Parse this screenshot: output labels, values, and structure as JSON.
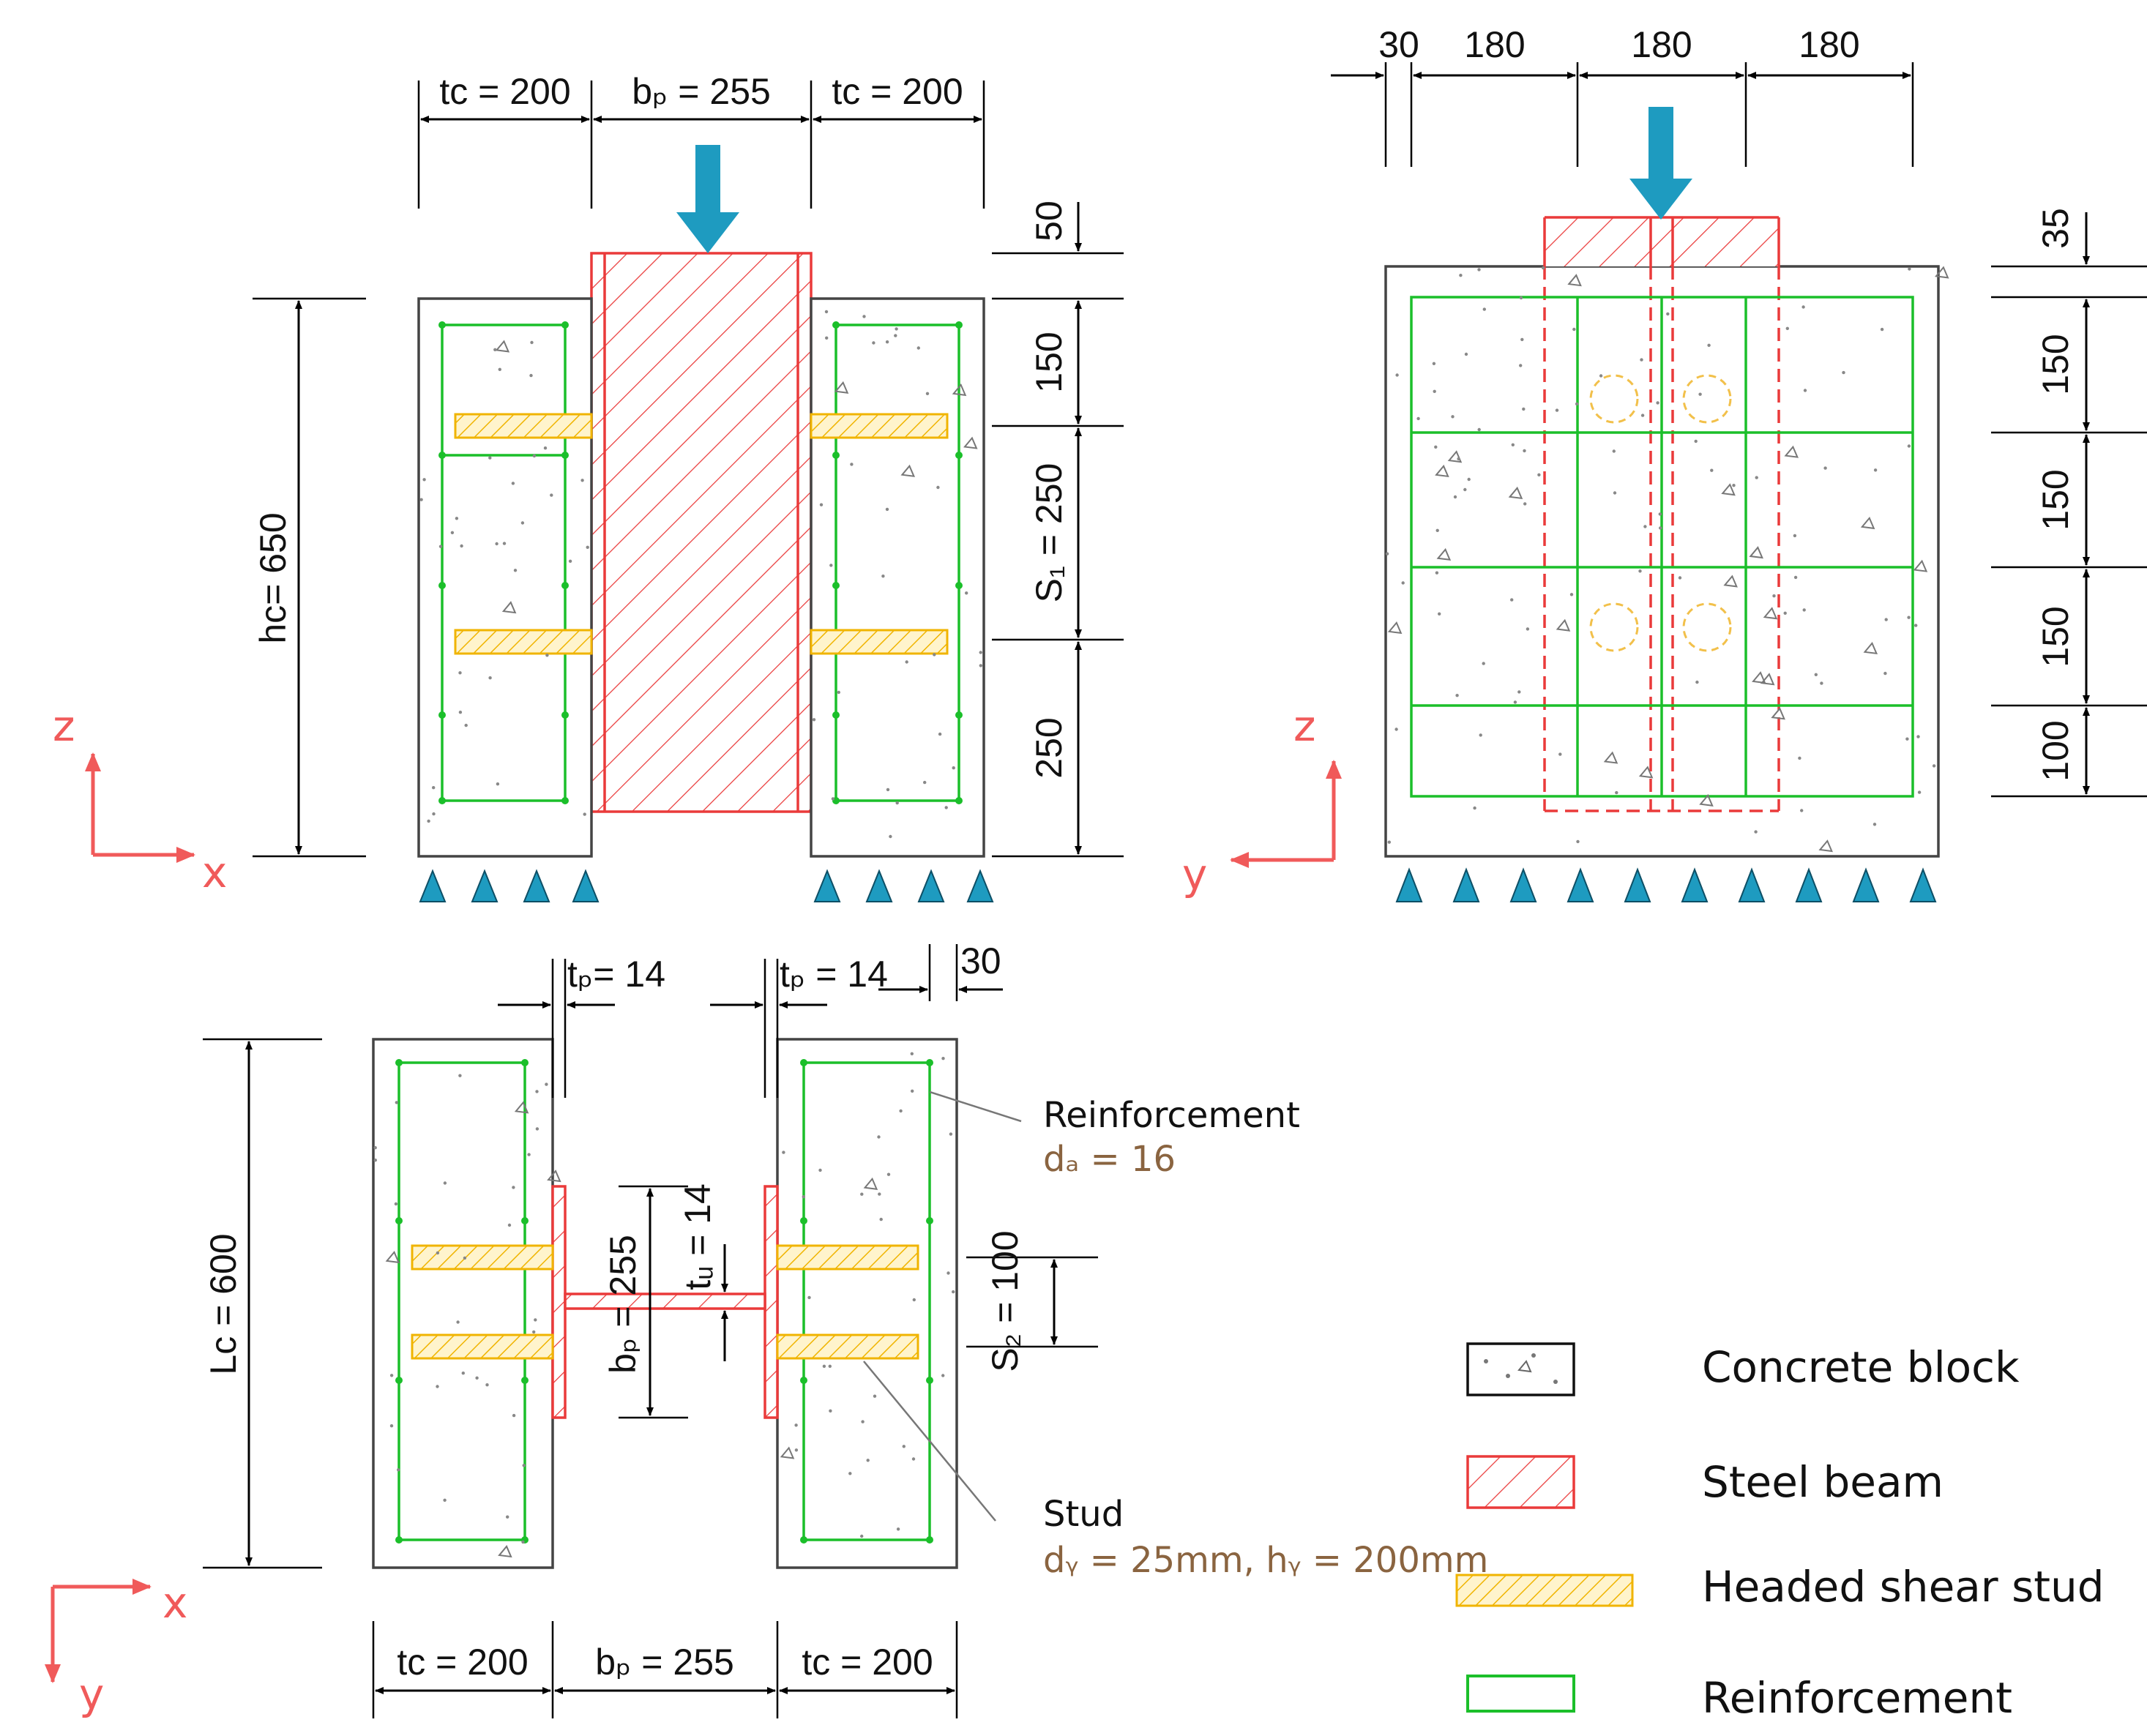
{
  "elevation_xz": {
    "top_dims": [
      "tс = 200",
      "bₚ = 255",
      "tс = 200"
    ],
    "right_dims": [
      "50",
      "150",
      "S₁ = 250",
      "250"
    ],
    "height_label": "hс= 650",
    "axes": {
      "vertical": "z",
      "horizontal": "x"
    }
  },
  "elevation_yz": {
    "top_dims": [
      "30",
      "180",
      "180",
      "180"
    ],
    "right_dims": [
      "35",
      "150",
      "150",
      "150",
      "100"
    ],
    "axes": {
      "vertical": "z",
      "horizontal": "y"
    }
  },
  "plan_xy": {
    "top_dims": [
      "tₚ= 14",
      "tₚ = 14",
      "30"
    ],
    "length_label": "Lс = 600",
    "web_width_label": "bₚ = 255",
    "flange_label": "tᵤ = 14",
    "stud_spacing_label": "S₂ = 100",
    "bottom_dims": [
      "tс = 200",
      "bₚ = 255",
      "tс = 200"
    ],
    "axes": {
      "horizontal": "x",
      "vertical": "y"
    },
    "annotations": {
      "reinforcement_title": "Reinforcement",
      "reinforcement_detail": "dₐ = 16",
      "stud_title": "Stud",
      "stud_detail": "dᵧ = 25mm, hᵧ = 200mm"
    }
  },
  "legend": [
    {
      "label": "Concrete block",
      "swatch": "concrete",
      "color": "#444444"
    },
    {
      "label": "Steel beam",
      "swatch": "hatch",
      "color": "#ea3a3a"
    },
    {
      "label": "Headed shear stud",
      "swatch": "hatch",
      "color": "#f0b400"
    },
    {
      "label": "Reinforcement",
      "swatch": "outline",
      "color": "#1bbf2a"
    }
  ],
  "colors": {
    "load_arrow": "#1e9bc0",
    "support": "#1e9bc0",
    "axis": "#f05a5a"
  }
}
